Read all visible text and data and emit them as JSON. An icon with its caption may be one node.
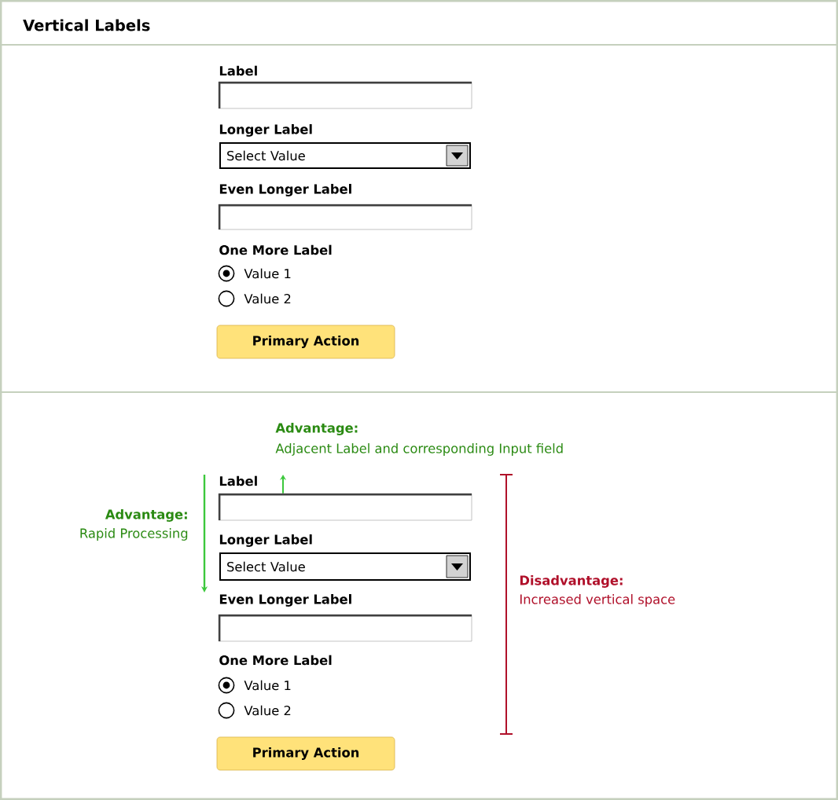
{
  "diagram": {
    "title": "Vertical Labels",
    "nodes": [
      {
        "text": [],
        "shape": "box"
      },
      {
        "text": [
          "Select Value"
        ]
      },
      {
        "text": [],
        "shape": "box"
      },
      {
        "text": [
          "Primary Action"
        ]
      },
      {
        "text": [],
        "shape": "box"
      },
      {
        "text": [
          "Select Value"
        ]
      },
      {
        "text": [],
        "shape": "box"
      },
      {
        "text": [
          "Primary Action"
        ]
      }
    ],
    "labels": [
      "Label",
      "Longer Label",
      "Even Longer Label",
      "One More Label",
      "Value 1",
      "Value 2",
      "Advantage:",
      "Adjacent Label and corresponding Input field",
      "Label",
      "Advantage:",
      "Rapid Processing",
      "Longer Label",
      "Disadvantage:",
      "Increased vertical space",
      "Even Longer Label",
      "One More Label",
      "Value 1",
      "Value 2"
    ]
  }
}
